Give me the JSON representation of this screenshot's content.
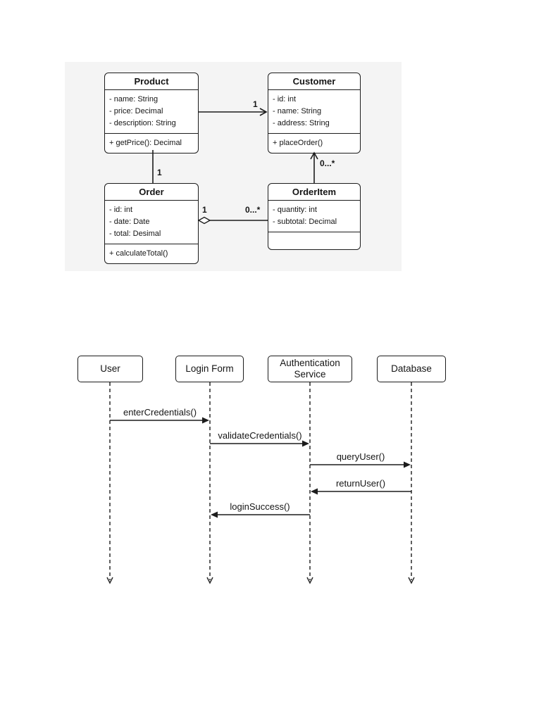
{
  "colors": {
    "line": "#1c1c1c",
    "text": "#151515",
    "box_fill": "#ffffff",
    "panel_fill": "#f4f4f4"
  },
  "class_diagram": {
    "classes": [
      {
        "name": "Product",
        "attributes": [
          "- name: String",
          "- price: Decimal",
          "- description: String"
        ],
        "methods": [
          "+ getPrice(): Decimal"
        ]
      },
      {
        "name": "Customer",
        "attributes": [
          "- id: int",
          "- name: String",
          "- address: String"
        ],
        "methods": [
          "+ placeOrder()"
        ]
      },
      {
        "name": "Order",
        "attributes": [
          "- id: int",
          "- date: Date",
          "- total: Desimal"
        ],
        "methods": [
          "+ calculateTotal()"
        ]
      },
      {
        "name": "OrderItem",
        "attributes": [
          "- quantity: int",
          "- subtotal: Decimal"
        ],
        "methods": []
      }
    ],
    "relationships": [
      {
        "from": "Product",
        "to": "Customer",
        "type": "association",
        "multiplicity": "1"
      },
      {
        "from": "Product",
        "to": "Order",
        "type": "association",
        "multiplicity": "1"
      },
      {
        "from": "Order",
        "to": "OrderItem",
        "type": "aggregation",
        "multiplicity_from": "1",
        "multiplicity_to": "0...*"
      },
      {
        "from": "OrderItem",
        "to": "Customer",
        "type": "association",
        "multiplicity": "0...*"
      }
    ]
  },
  "sequence_diagram": {
    "participants": [
      {
        "label": "User"
      },
      {
        "label": "Login Form"
      },
      {
        "label": "Authentication Service"
      },
      {
        "label": "Database"
      }
    ],
    "messages": [
      {
        "label": "enterCredentials()",
        "from": "User",
        "to": "Login Form"
      },
      {
        "label": "validateCredentials()",
        "from": "Login Form",
        "to": "Authentication Service"
      },
      {
        "label": "queryUser()",
        "from": "Authentication Service",
        "to": "Database"
      },
      {
        "label": "returnUser()",
        "from": "Database",
        "to": "Authentication Service"
      },
      {
        "label": "loginSuccess()",
        "from": "Authentication Service",
        "to": "Login Form"
      }
    ]
  }
}
